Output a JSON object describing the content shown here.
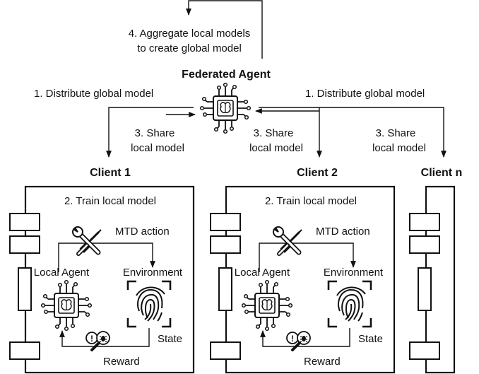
{
  "federated_agent": {
    "title": "Federated Agent",
    "aggregate_line1": "4. Aggregate local models",
    "aggregate_line2": "to create global model",
    "distribute_left": "1. Distribute global model",
    "distribute_right": "1. Distribute global model"
  },
  "share": {
    "c1_line1": "3. Share",
    "c1_line2": "local model",
    "c2_line1": "3. Share",
    "c2_line2": "local model",
    "cn_line1": "3. Share",
    "cn_line2": "local model"
  },
  "clients": [
    {
      "title": "Client 1",
      "train": "2. Train local model",
      "mtd_action": "MTD action",
      "local_agent": "Local Agent",
      "environment": "Environment",
      "state": "State",
      "reward": "Reward"
    },
    {
      "title": "Client 2",
      "train": "2. Train local model",
      "mtd_action": "MTD action",
      "local_agent": "Local Agent",
      "environment": "Environment",
      "state": "State",
      "reward": "Reward"
    },
    {
      "title": "Client n"
    }
  ],
  "icons": {
    "agent": "ai-chip-icon",
    "tools": "wrench-screwdriver-icon",
    "environment": "fingerprint-scan-icon",
    "reward": "magnifier-bug-alert-icon"
  }
}
